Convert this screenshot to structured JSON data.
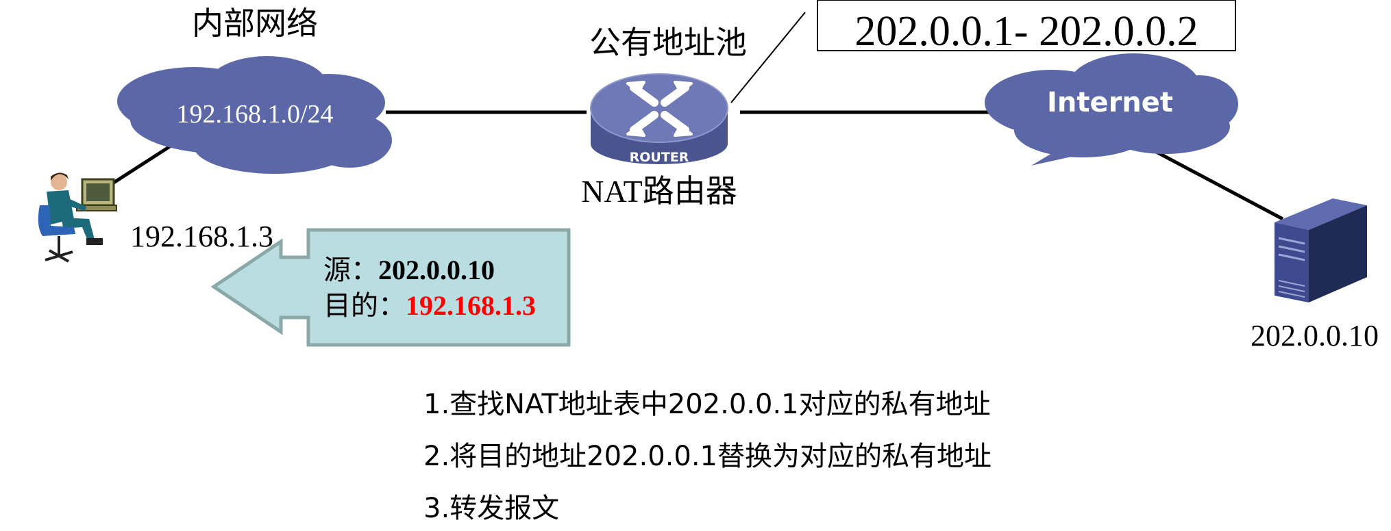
{
  "internal_network": {
    "title": "内部网络",
    "subnet": "192.168.1.0/24"
  },
  "router": {
    "pool_title": "公有地址池",
    "pool_range": "202.0.0.1- 202.0.0.2",
    "badge": "ROUTER",
    "label": "NAT路由器"
  },
  "internet": {
    "label": "Internet"
  },
  "host": {
    "ip": "192.168.1.3"
  },
  "server": {
    "ip": "202.0.0.10"
  },
  "packet": {
    "src_label": "源：",
    "src_value": "202.0.0.10",
    "dst_label": "目的：",
    "dst_value": "192.168.1.3"
  },
  "steps": [
    "1.查找NAT地址表中202.0.0.1对应的私有地址",
    "2.将目的地址202.0.0.1替换为对应的私有地址",
    "3.转发报文"
  ],
  "colors": {
    "cloud": "#5c67a8",
    "router_top": "#6e79b6",
    "router_side": "#4a548f",
    "packet_fill": "#b9dde0",
    "packet_stroke": "#8aa8a8",
    "destination_highlight": "#ff0000",
    "server_body": "#2b3768"
  }
}
